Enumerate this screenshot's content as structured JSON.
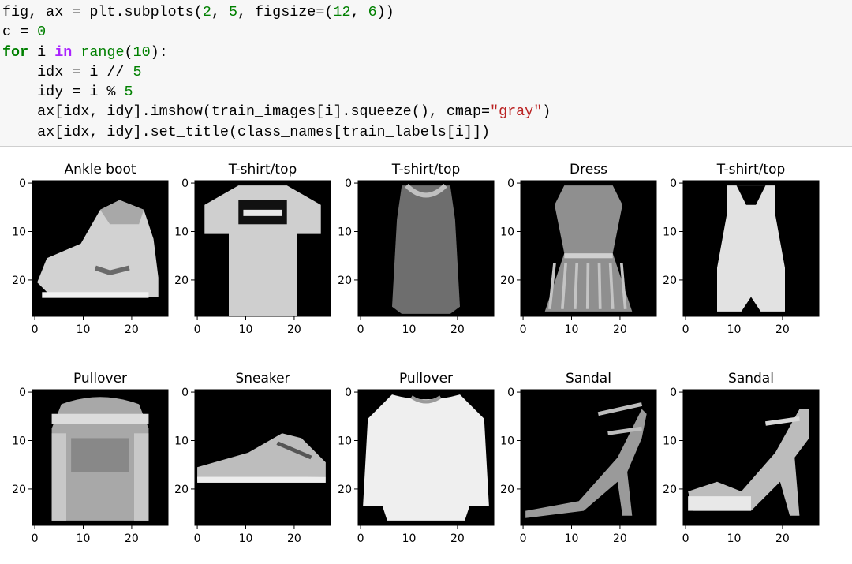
{
  "code_cell": {
    "lines": [
      [
        {
          "t": "fig, ax = plt.subplots(",
          "c": ""
        },
        {
          "t": "2",
          "c": "num"
        },
        {
          "t": ", ",
          "c": ""
        },
        {
          "t": "5",
          "c": "num"
        },
        {
          "t": ", figsize=(",
          "c": ""
        },
        {
          "t": "12",
          "c": "num"
        },
        {
          "t": ", ",
          "c": ""
        },
        {
          "t": "6",
          "c": "num"
        },
        {
          "t": "))",
          "c": ""
        }
      ],
      [
        {
          "t": "c = ",
          "c": ""
        },
        {
          "t": "0",
          "c": "num"
        }
      ],
      [
        {
          "t": "for",
          "c": "kw"
        },
        {
          "t": " i ",
          "c": ""
        },
        {
          "t": "in",
          "c": "in"
        },
        {
          "t": " ",
          "c": ""
        },
        {
          "t": "range",
          "c": "builtin"
        },
        {
          "t": "(",
          "c": ""
        },
        {
          "t": "10",
          "c": "num"
        },
        {
          "t": "):",
          "c": ""
        }
      ],
      [
        {
          "t": "    idx = i // ",
          "c": ""
        },
        {
          "t": "5",
          "c": "num"
        }
      ],
      [
        {
          "t": "    idy = i % ",
          "c": ""
        },
        {
          "t": "5",
          "c": "num"
        }
      ],
      [
        {
          "t": "    ax[idx, idy].imshow(train_images[i].squeeze(), cmap=",
          "c": ""
        },
        {
          "t": "\"gray\"",
          "c": "str"
        },
        {
          "t": ")",
          "c": ""
        }
      ],
      [
        {
          "t": "    ax[idx, idy].set_title(class_names[train_labels[i]])",
          "c": ""
        }
      ]
    ]
  },
  "figure": {
    "rows": 2,
    "cols": 5,
    "x_tick_labels": [
      "0",
      "10",
      "20"
    ],
    "y_tick_labels": [
      "0",
      "10",
      "20"
    ],
    "panels": [
      {
        "title": "Ankle boot",
        "image": "ankle-boot"
      },
      {
        "title": "T-shirt/top",
        "image": "tshirt-logo"
      },
      {
        "title": "T-shirt/top",
        "image": "tank-top-dark"
      },
      {
        "title": "Dress",
        "image": "dress"
      },
      {
        "title": "T-shirt/top",
        "image": "tank-top-light"
      },
      {
        "title": "Pullover",
        "image": "pullover-striped"
      },
      {
        "title": "Sneaker",
        "image": "sneaker"
      },
      {
        "title": "Pullover",
        "image": "pullover-white"
      },
      {
        "title": "Sandal",
        "image": "sandal-heel"
      },
      {
        "title": "Sandal",
        "image": "sandal-platform"
      }
    ]
  }
}
